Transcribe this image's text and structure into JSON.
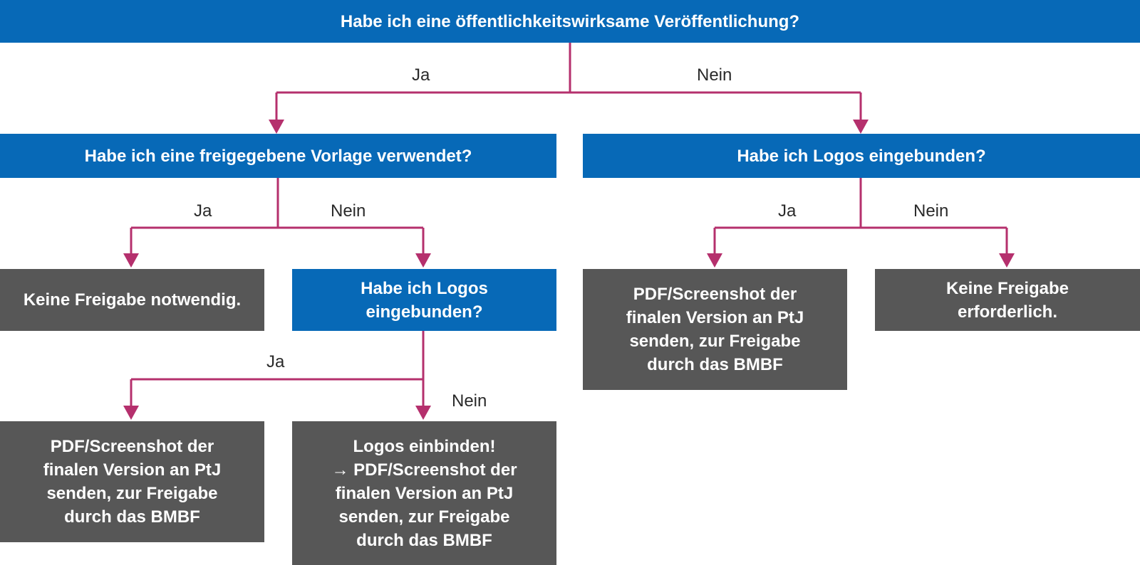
{
  "nodes": {
    "q_root": "Habe ich eine öffentlichkeitswirksame Veröffentlichung?",
    "q_template": "Habe ich eine freigegebene Vorlage verwendet?",
    "q_logos_right": "Habe ich Logos eingebunden?",
    "r_no_release_needed": "Keine Freigabe notwendig.",
    "q_logos_left": "Habe ich Logos\neingebunden?",
    "r_send_pdf_right": "PDF/Screenshot der\nfinalen Version an PtJ\nsenden, zur Freigabe\ndurch das BMBF",
    "r_no_release_required": "Keine Freigabe\nerforderlich.",
    "r_send_pdf_left": "PDF/Screenshot der\nfinalen Version an PtJ\nsenden, zur Freigabe\ndurch das BMBF",
    "r_embed_logos": "Logos einbinden!\n→ PDF/Screenshot der\nfinalen Version an PtJ\nsenden, zur Freigabe\ndurch das BMBF"
  },
  "edges": {
    "root_yes": "Ja",
    "root_no": "Nein",
    "template_yes": "Ja",
    "template_no": "Nein",
    "logos_right_yes": "Ja",
    "logos_right_no": "Nein",
    "logos_left_yes": "Ja",
    "logos_left_no": "Nein"
  },
  "colors": {
    "question_box": "#0769b7",
    "result_box": "#575757",
    "connector": "#b5306d"
  }
}
